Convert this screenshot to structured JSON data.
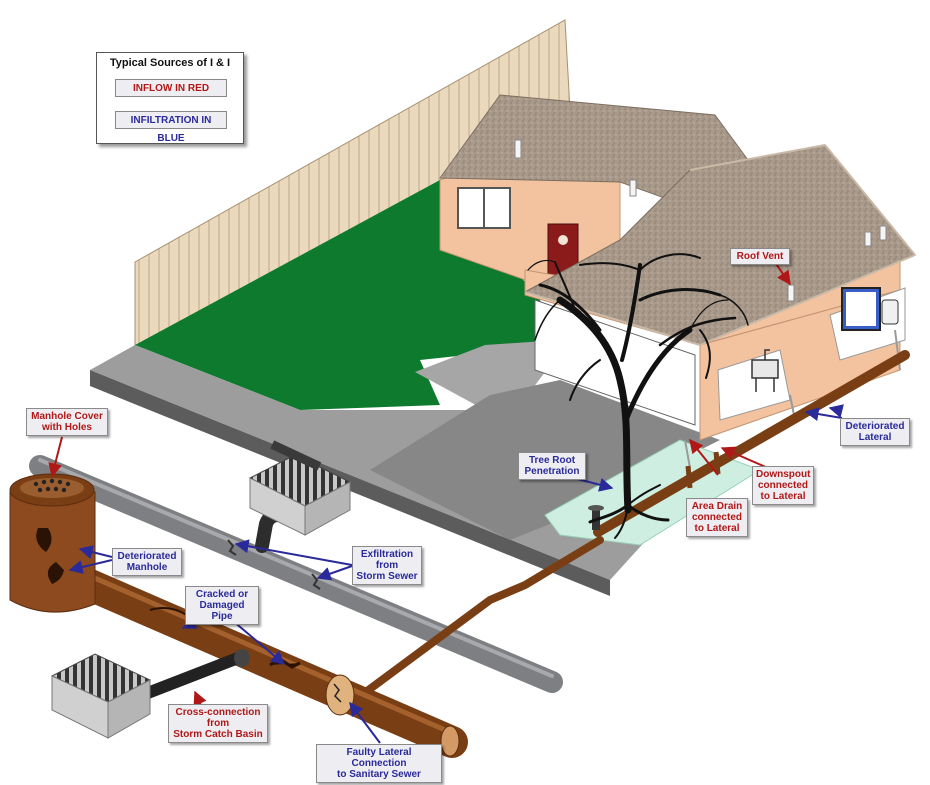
{
  "legend": {
    "title": "Typical Sources of I & I",
    "inflow": "INFLOW IN RED",
    "infiltration": "INFILTRATION IN BLUE"
  },
  "colors": {
    "inflow": "#b01818",
    "infiltration": "#2a2a9a",
    "lawn": "#0d7a2d",
    "sanitary_pipe": "#7a3e14",
    "storm_pipe": "#7d7f82",
    "roof": "#a8998a",
    "wall": "#f3c3a0",
    "groundwater": "#cdeee0"
  },
  "labels": {
    "manhole_cover": "Manhole Cover\nwith Holes",
    "deteriorated_manhole": "Deteriorated\nManhole",
    "cracked_pipe": "Cracked or\nDamaged Pipe",
    "cross_connection": "Cross-connection\nfrom\nStorm Catch Basin",
    "faulty_lateral": "Faulty Lateral Connection\nto Sanitary Sewer",
    "exfiltration": "Exfiltration\nfrom\nStorm Sewer",
    "tree_root": "Tree Root\nPenetration",
    "area_drain": "Area Drain\nconnected\nto Lateral",
    "downspout": "Downspout\nconnected\nto Lateral",
    "deteriorated_lateral": "Deteriorated\nLateral",
    "roof_vent": "Roof Vent"
  },
  "icons": {
    "house": "house-icon",
    "tree": "tree-icon",
    "manhole": "manhole-icon",
    "catch_basin": "catch-basin-icon",
    "fence": "fence-icon"
  }
}
